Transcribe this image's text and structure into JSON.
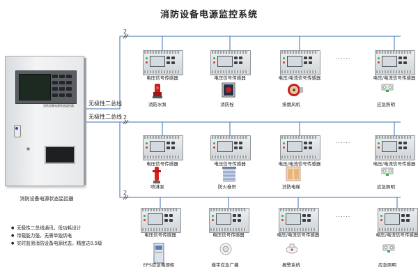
{
  "title": "消防设备电源监控系统",
  "cabinet": {
    "label": "消防设备电源状态监控器",
    "caption": "消防设备电源状态监控器"
  },
  "bus_label": "无极性二总线",
  "bus_number": "2",
  "ellipsis": "......",
  "sensor_labels": {
    "voltage": "电压信号传感器",
    "voltage_current": "电压/电流信号传感器"
  },
  "rows": [
    {
      "sensors": [
        "电压信号传感器",
        "电压信号传感器",
        "电压/电流信号传感器",
        "电压/电流信号传感器"
      ],
      "devices": [
        "消防水泵",
        "消防栓",
        "排烟风机",
        "应急照明"
      ]
    },
    {
      "sensors": [
        "电压信号传感器",
        "电压信号传感器",
        "电压/电流信号传感器",
        "电压/电流信号传感器"
      ],
      "devices": [
        "喷淋泵",
        "防火卷帘",
        "消防电梯",
        "应急照明"
      ]
    },
    {
      "sensors": [
        "电压信号传感器",
        "电压信号传感器",
        "电压/电流信号传感器",
        "电压/电流信号传感器"
      ],
      "devices": [
        "EPS应急电源柜",
        "楼宇应急广播",
        "报警系统",
        "应急照明"
      ]
    }
  ],
  "features": [
    "无极性二总线通讯，低功耗设计",
    "带载能力强，无需单独供电",
    "实时监测消防设备电源状态，精度达0.5级"
  ],
  "colors": {
    "wire": "#3a6fb0",
    "accent": "#c8201e"
  }
}
